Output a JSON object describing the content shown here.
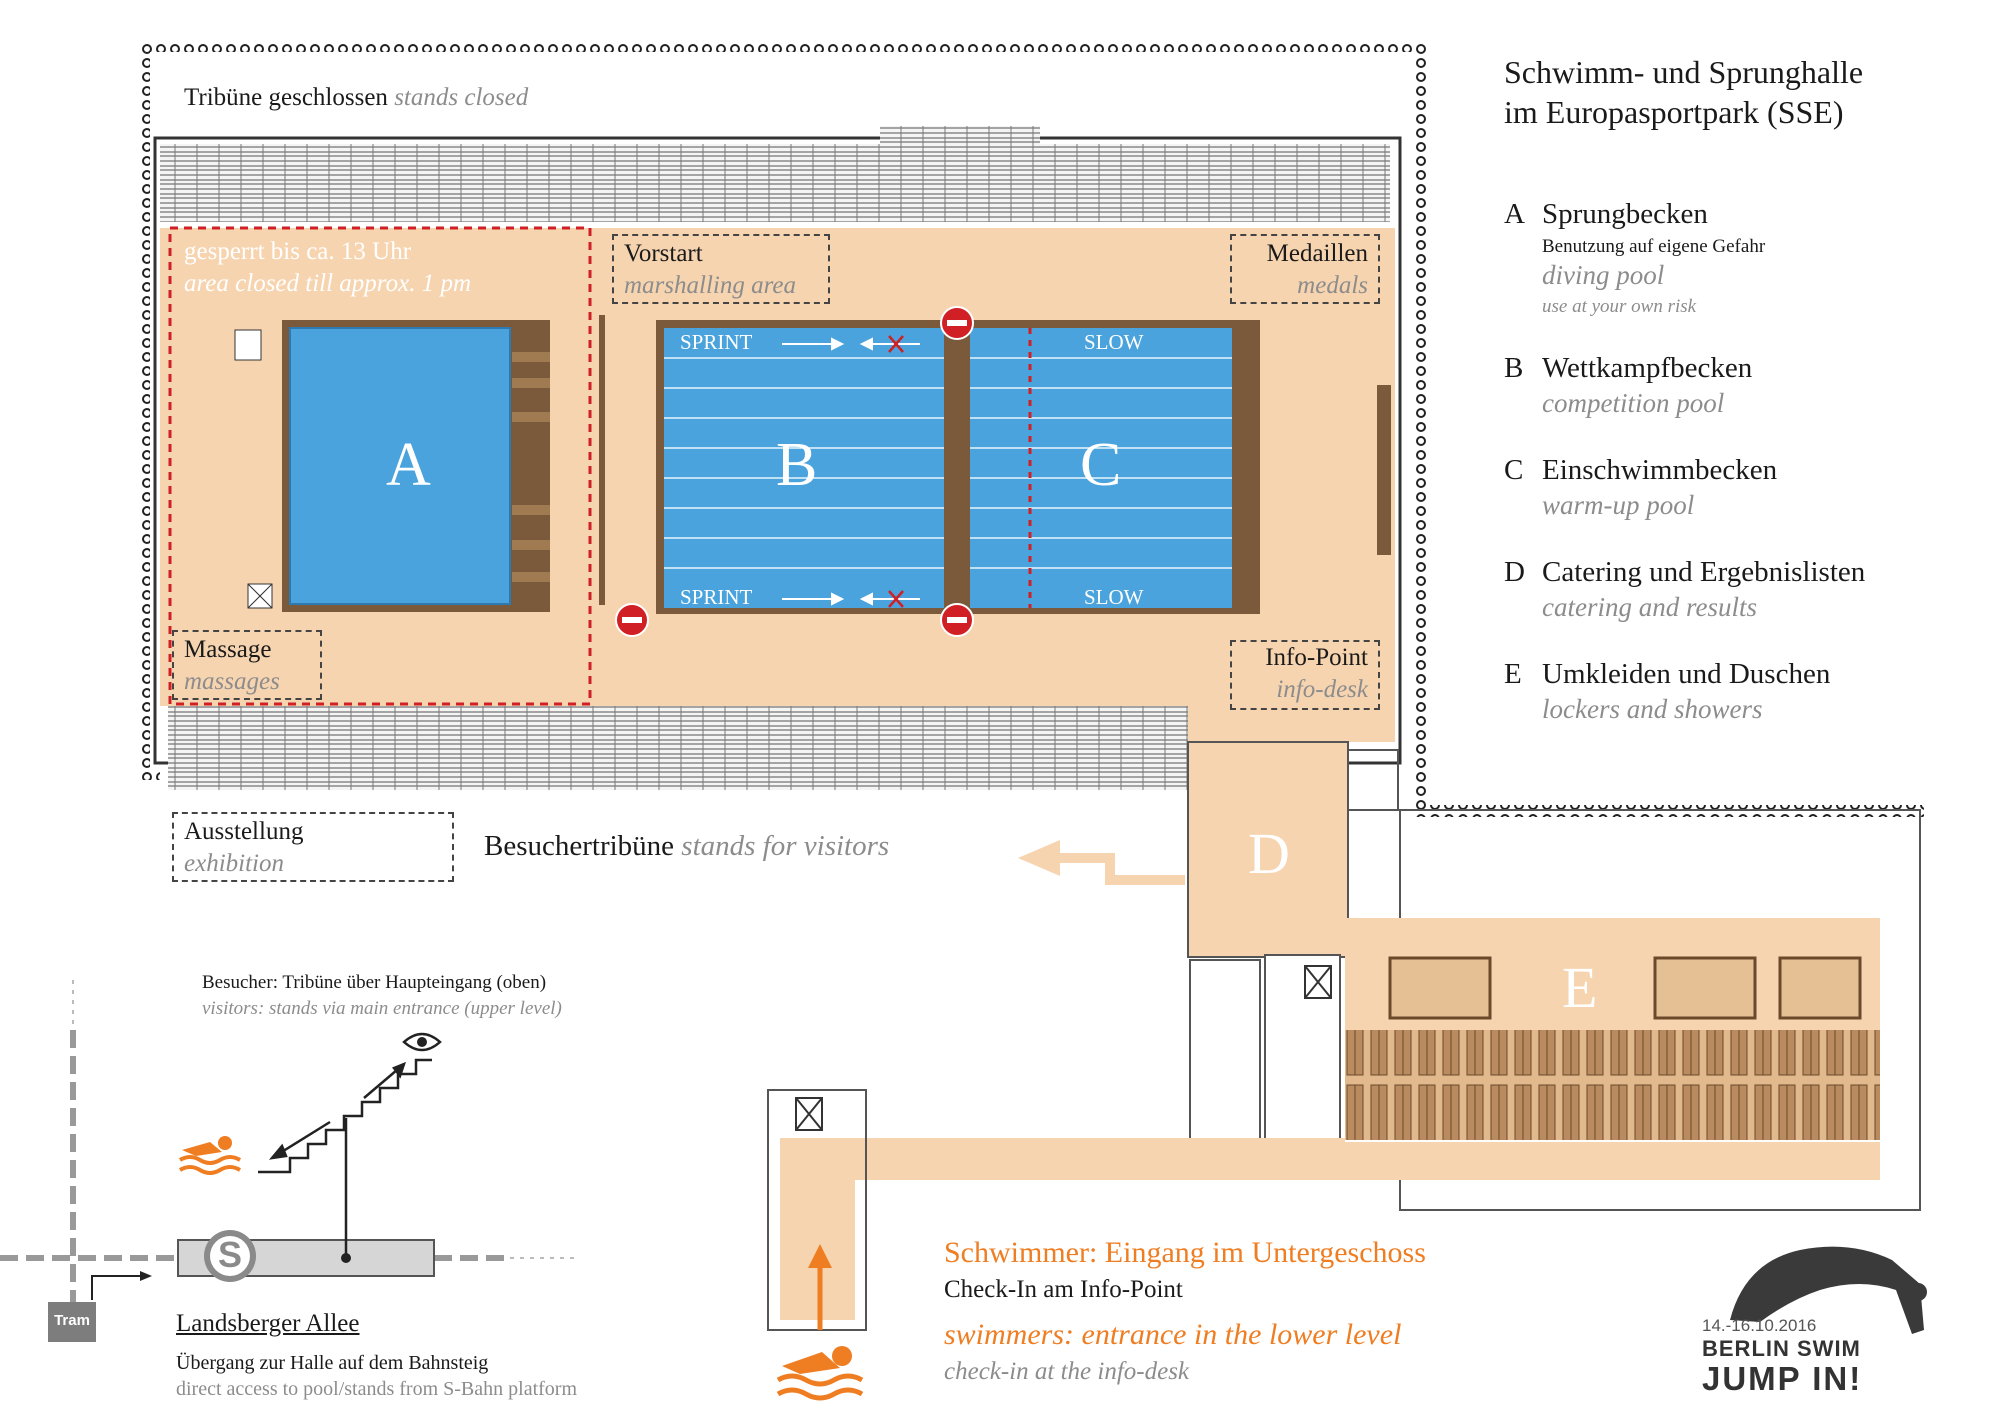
{
  "title": {
    "line1": "Schwimm- und Sprunghalle",
    "line2": "im Europasportpark (SSE)"
  },
  "legend": [
    {
      "key": "A",
      "de": "Sprungbecken",
      "note_de": "Benutzung auf eigene Gefahr",
      "en": "diving pool",
      "note_en": "use at your own risk"
    },
    {
      "key": "B",
      "de": "Wettkampfbecken",
      "en": "competition pool"
    },
    {
      "key": "C",
      "de": "Einschwimmbecken",
      "en": "warm-up pool"
    },
    {
      "key": "D",
      "de": "Catering und Ergebnislisten",
      "en": "catering and results"
    },
    {
      "key": "E",
      "de": "Umkleiden und Duschen",
      "en": "lockers and showers"
    }
  ],
  "map": {
    "stands_closed_de": "Tribüne geschlossen",
    "stands_closed_en": "stands closed",
    "closed_area_de": "gesperrt bis ca. 13 Uhr",
    "closed_area_en": "area closed till approx. 1 pm",
    "marshalling_de": "Vorstart",
    "marshalling_en": "marshalling area",
    "medals_de": "Medaillen",
    "medals_en": "medals",
    "massage_de": "Massage",
    "massage_en": "massages",
    "info_de": "Info-Point",
    "info_en": "info-desk",
    "exhibition_de": "Ausstellung",
    "exhibition_en": "exhibition",
    "visitor_stands_de": "Besuchertribüne",
    "visitor_stands_en": "stands for visitors",
    "pool_a": "A",
    "pool_b": "B",
    "pool_c": "C",
    "area_d": "D",
    "area_e": "E",
    "sprint_label": "SPRINT",
    "slow_label": "SLOW"
  },
  "transit": {
    "visitor_route_de": "Besucher: Tribüne über Haupteingang (oben)",
    "visitor_route_en": "visitors: stands via main entrance (upper level)",
    "station_name": "Landsberger Allee",
    "access_de": "Übergang zur Halle auf dem Bahnsteig",
    "access_en": "direct access to pool/stands from S-Bahn platform",
    "sbahn_symbol": "S",
    "tram_label": "Tram"
  },
  "swimmers": {
    "entrance_de": "Schwimmer: Eingang im Untergeschoss",
    "checkin_de": "Check-In am Info-Point",
    "entrance_en": "swimmers: entrance in the lower level",
    "checkin_en": "check-in at the info-desk"
  },
  "logo": {
    "dates": "14.-16.10.2016",
    "line1": "BERLIN SWIM",
    "line2": "JUMP IN!"
  },
  "colors": {
    "floor": "#f7d4b0",
    "pool": "#4aa3dc",
    "deck": "#7a5a3a",
    "accent": "#ef7d22",
    "no_entry": "#d11f26",
    "closed_line": "#d11f26"
  },
  "icons": [
    "no-entry-icon",
    "swimmer-icon",
    "eye-icon",
    "stairs-icon",
    "arrow-icon",
    "diver-logo-icon"
  ]
}
